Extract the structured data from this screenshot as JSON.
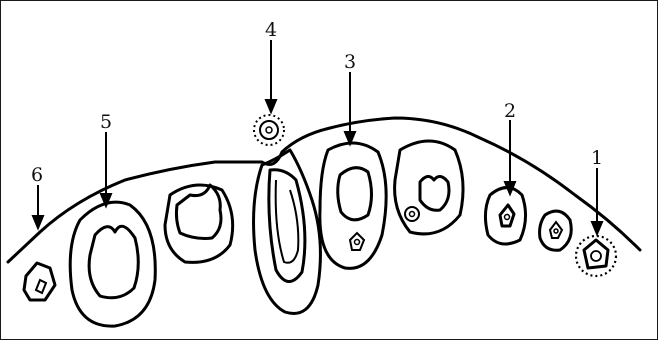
{
  "diagram": {
    "labels": [
      {
        "id": "1",
        "text": "1"
      },
      {
        "id": "2",
        "text": "2"
      },
      {
        "id": "3",
        "text": "3"
      },
      {
        "id": "4",
        "text": "4"
      },
      {
        "id": "5",
        "text": "5"
      },
      {
        "id": "6",
        "text": "6"
      }
    ],
    "colors": {
      "line": "#000000",
      "background": "#ffffff"
    }
  }
}
